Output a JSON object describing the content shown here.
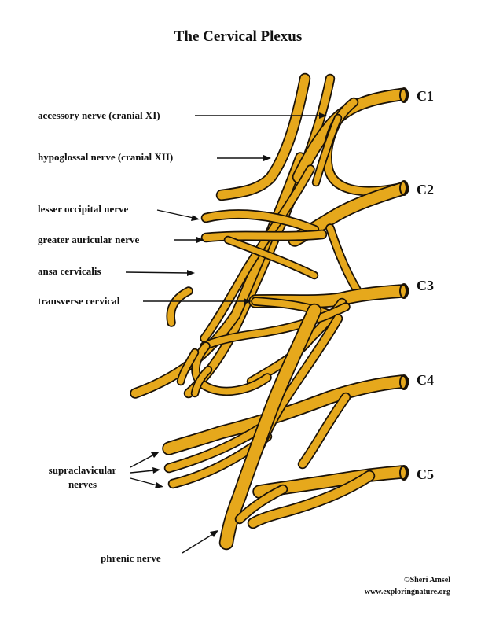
{
  "title": "The Cervical Plexus",
  "roots": [
    "C1",
    "C2",
    "C3",
    "C4",
    "C5"
  ],
  "labels": {
    "accessory": "accessory nerve (cranial XI)",
    "hypoglossal": "hypoglossal nerve (cranial XII)",
    "lesser_occipital": "lesser occipital nerve",
    "greater_auricular": "greater auricular nerve",
    "ansa": "ansa cervicalis",
    "transverse": "transverse cervical",
    "supraclavicular_1": "supraclavicular",
    "supraclavicular_2": "nerves",
    "phrenic": "phrenic nerve"
  },
  "credit": {
    "author": "©Sheri Amsel",
    "site": "www.exploringnature.org"
  },
  "colors": {
    "nerve": "#e6a81c",
    "outline": "#1a1208"
  }
}
